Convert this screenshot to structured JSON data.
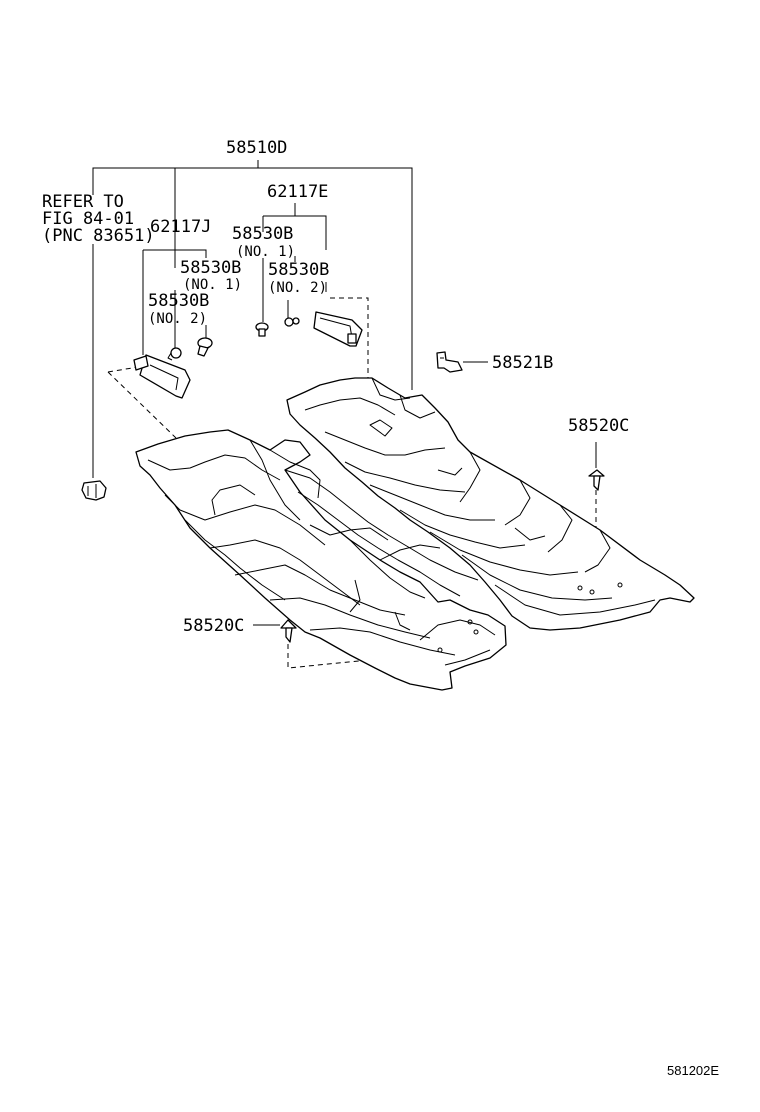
{
  "labels": {
    "main_part": "58510D",
    "refer_line1": "REFER TO",
    "refer_line2": "FIG 84-01",
    "refer_line3": "(PNC 83651)",
    "left_group": "62117J",
    "left_no1_part": "58530B",
    "left_no1_note": "(NO. 1)",
    "left_no2_part": "58530B",
    "left_no2_note": "(NO. 2)",
    "right_group": "62117E",
    "right_no1_part": "58530B",
    "right_no1_note": "(NO. 1)",
    "right_no2_part": "58530B",
    "right_no2_note": "(NO. 2)",
    "bracket_part": "58521B",
    "clip_upper": "58520C",
    "clip_lower": "58520C",
    "figure_code": "581202E"
  }
}
